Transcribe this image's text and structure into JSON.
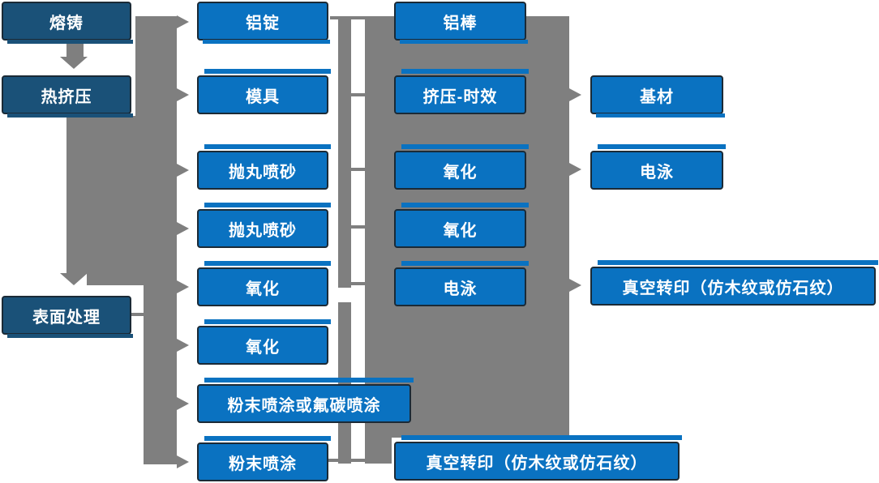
{
  "diagram": {
    "title": "aluminum-profile-process-flow",
    "col1": {
      "melting": "熔铸",
      "hot_extrusion": "热挤压",
      "surface_treatment": "表面处理"
    },
    "col2": {
      "aluminum_ingot": "铝锭",
      "mold": "模具",
      "shot_blasting_1": "抛丸喷砂",
      "shot_blasting_2": "抛丸喷砂",
      "oxidation_1": "氧化",
      "oxidation_2": "氧化",
      "powder_or_fluorocarbon": "粉末喷涂或氟碳喷涂",
      "powder_coating": "粉末喷涂"
    },
    "col3": {
      "aluminum_rod": "铝棒",
      "extrusion_aging": "挤压-时效",
      "oxidation_1": "氧化",
      "oxidation_2": "氧化",
      "electrophoresis": "电泳",
      "vacuum_transfer": "真空转印（仿木纹或仿石纹）"
    },
    "col4": {
      "base_material": "基材",
      "electrophoresis": "电泳",
      "vacuum_transfer": "真空转印（仿木纹或仿石纹）"
    },
    "colors": {
      "dark_blue": "#1a5178",
      "light_blue": "#0a72c1",
      "gray": "#7f7f7f",
      "box_border": "#1b2a36",
      "text": "#ffffff",
      "background": "#ffffff"
    }
  }
}
